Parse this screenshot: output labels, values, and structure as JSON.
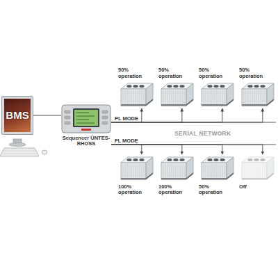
{
  "diagram": {
    "nodes": [
      {
        "text": [
          "BMS"
        ]
      },
      {
        "text": [
          "Sequencer ÜNTES-RHOSS"
        ]
      },
      {
        "text": [
          "50% operation"
        ]
      },
      {
        "text": [
          "50% operation"
        ]
      },
      {
        "text": [
          "50% operation"
        ]
      },
      {
        "text": [
          "50% operation"
        ]
      },
      {
        "text": [
          "100% operation"
        ]
      },
      {
        "text": [
          "100% operation"
        ]
      },
      {
        "text": [
          "50% operation"
        ]
      },
      {
        "text": [
          "Off"
        ]
      }
    ],
    "edges": [
      {
        "from": 0,
        "to": 1,
        "arrow": "none"
      },
      {
        "from": 1,
        "to": 2,
        "arrow": "to"
      },
      {
        "from": 1,
        "to": 3,
        "arrow": "to"
      },
      {
        "from": 1,
        "to": 4,
        "arrow": "to"
      },
      {
        "from": 1,
        "to": 5,
        "arrow": "to"
      },
      {
        "from": 1,
        "to": 6,
        "arrow": "to"
      },
      {
        "from": 1,
        "to": 7,
        "arrow": "to"
      },
      {
        "from": 1,
        "to": 8,
        "arrow": "to"
      },
      {
        "from": 1,
        "to": 9,
        "arrow": "to"
      }
    ],
    "labels": [
      "PL MODE",
      "FL MODE",
      "SERIAL NETWORK"
    ]
  }
}
